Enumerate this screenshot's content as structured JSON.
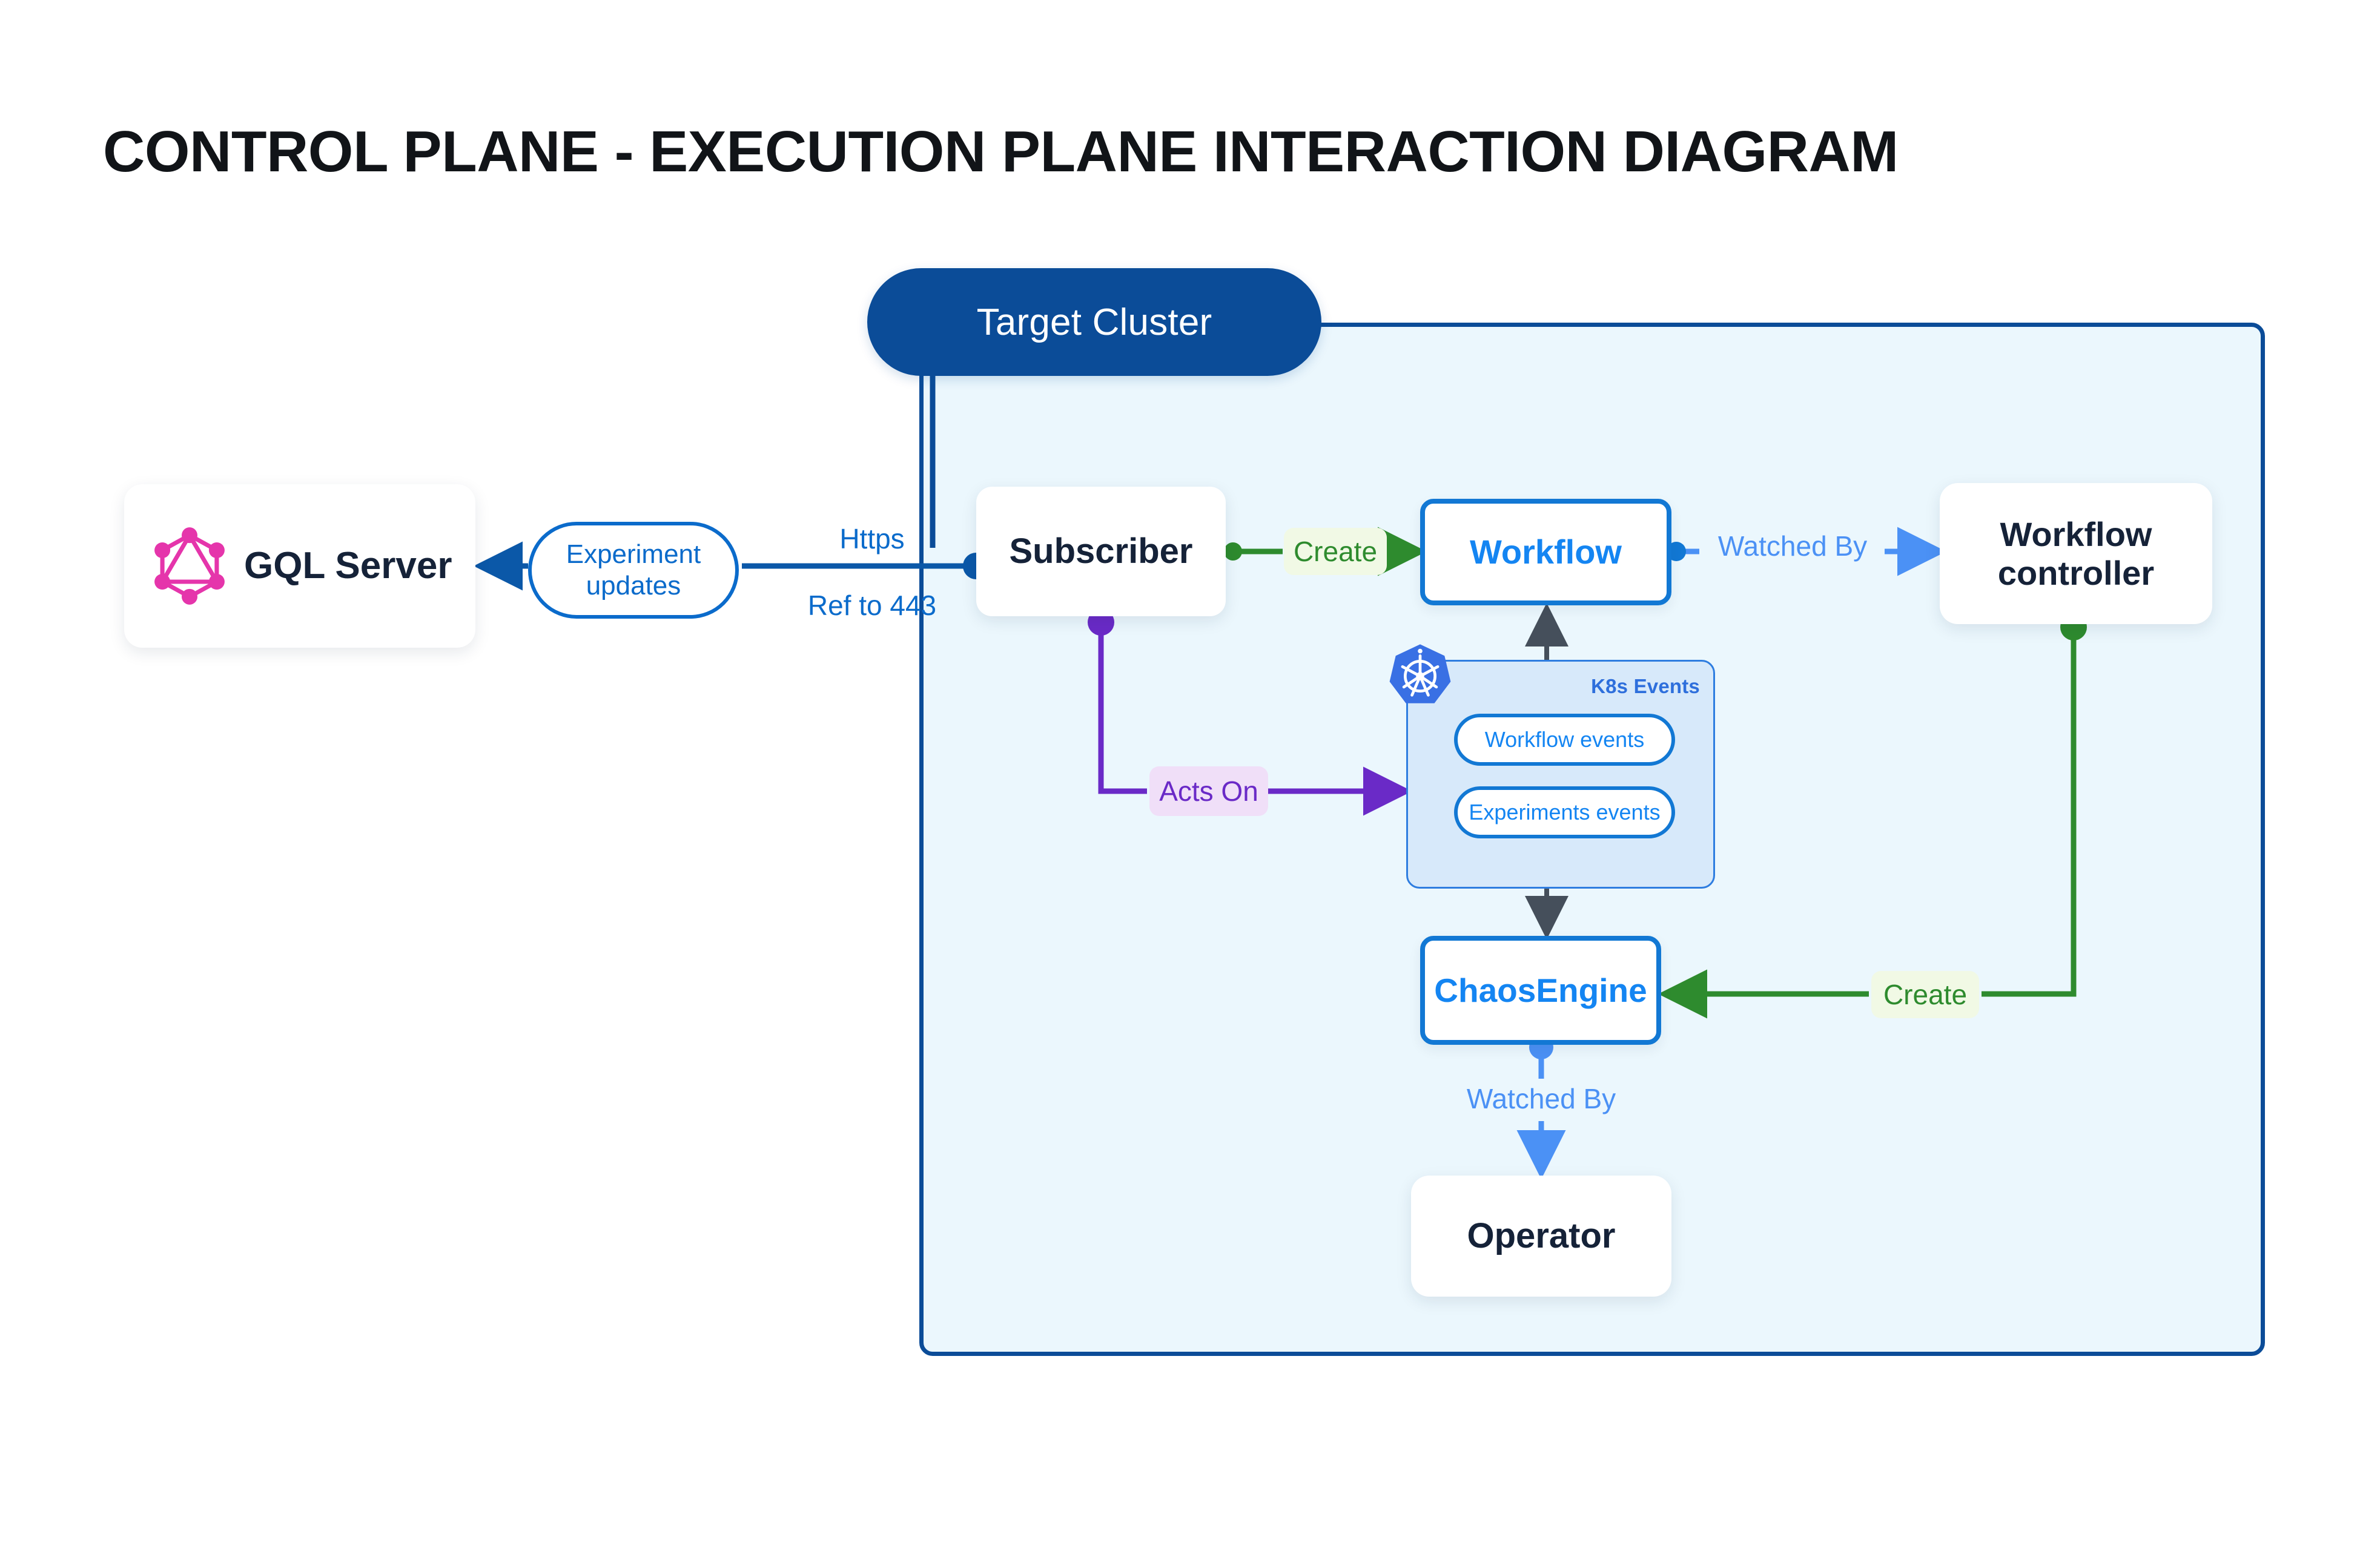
{
  "page": {
    "title": "CONTROL PLANE - EXECUTION PLANE INTERACTION DIAGRAM",
    "background": "#ffffff"
  },
  "cluster": {
    "title": "Target Cluster",
    "fill": "#EBF7FD",
    "border_color": "#0B4C98",
    "pill_fill": "#0B4C98",
    "pill_text_color": "#ffffff"
  },
  "nodes": [
    {
      "id": "gql-server",
      "label": "GQL Server",
      "style": "plain",
      "icon": "graphql-icon",
      "icon_color": "#E535AB",
      "text_color": "#152238"
    },
    {
      "id": "subscriber",
      "label": "Subscriber",
      "style": "plain",
      "text_color": "#152238"
    },
    {
      "id": "workflow",
      "label": "Workflow",
      "style": "outlined",
      "border_color": "#1278D4",
      "text_color": "#1485F2"
    },
    {
      "id": "workflow-controller",
      "label": "Workflow controller",
      "style": "plain",
      "text_color": "#152238"
    },
    {
      "id": "chaosengine",
      "label": "ChaosEngine",
      "style": "outlined",
      "border_color": "#1278D4",
      "text_color": "#1485F2"
    },
    {
      "id": "operator",
      "label": "Operator",
      "style": "plain",
      "text_color": "#152238"
    }
  ],
  "k8s_panel": {
    "title": "K8s Events",
    "icon": "kubernetes-icon",
    "icon_color": "#3970E4",
    "fill": "#D7E9FA",
    "border_color": "#2E7DE0",
    "title_color": "#2E6FDC",
    "pills": [
      {
        "id": "workflow-events",
        "label": "Workflow events"
      },
      {
        "id": "experiments-events",
        "label": "Experiments events"
      }
    ]
  },
  "edge_labels": {
    "experiment_updates": "Experiment updates",
    "https": "Https",
    "ref_to_443": "Ref to 443",
    "create_workflow": "Create",
    "create_chaosengine": "Create",
    "watched_by_controller": "Watched By",
    "watched_by_operator": "Watched By",
    "acts_on": "Acts On"
  },
  "colors": {
    "dark_blue": "#0B4C98",
    "blue": "#1278D4",
    "light_blue": "#4B91F5",
    "green": "#2E8B2E",
    "purple": "#6A2AC7",
    "gray_arrow": "#454F5B",
    "navy_text": "#152238",
    "graphql_pink": "#E535AB"
  }
}
